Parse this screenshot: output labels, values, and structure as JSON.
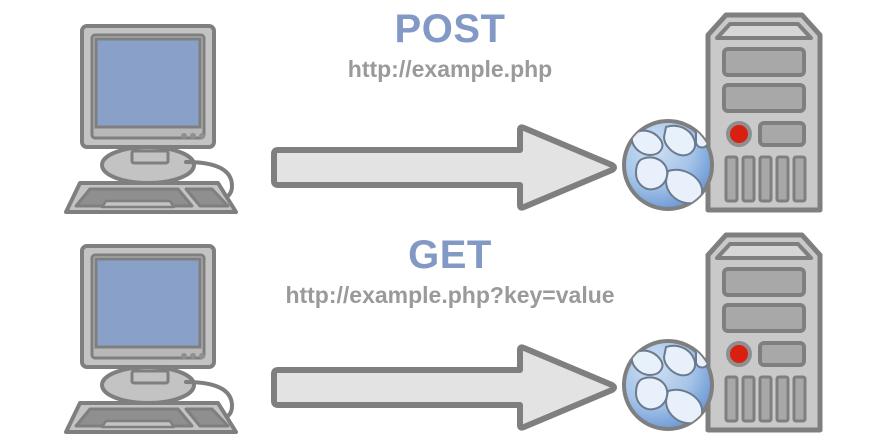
{
  "diagram": {
    "title": "HTTP POST and GET request diagram",
    "background_color": "#ffffff",
    "heading_color": "#8298c5",
    "url_color": "#9a9a9a",
    "outline_color": "#7f7f7f",
    "screen_color": "#89a0c8",
    "led_color": "#d91f0f",
    "rows": [
      {
        "id": "post",
        "method": "POST",
        "url": "http://example.php",
        "client": {
          "name": "desktop-computer",
          "screen_color": "#89a0c8"
        },
        "arrow": {
          "name": "request-arrow",
          "direction": "right",
          "fill": "#e3e3e3",
          "stroke": "#7f7f7f"
        },
        "server": {
          "name": "server-tower",
          "led_color": "#d91f0f",
          "globe": "globe-icon"
        }
      },
      {
        "id": "get",
        "method": "GET",
        "url": "http://example.php?key=value",
        "client": {
          "name": "desktop-computer",
          "screen_color": "#89a0c8"
        },
        "arrow": {
          "name": "request-arrow",
          "direction": "right",
          "fill": "#e3e3e3",
          "stroke": "#7f7f7f"
        },
        "server": {
          "name": "server-tower",
          "led_color": "#d91f0f",
          "globe": "globe-icon"
        }
      }
    ]
  }
}
